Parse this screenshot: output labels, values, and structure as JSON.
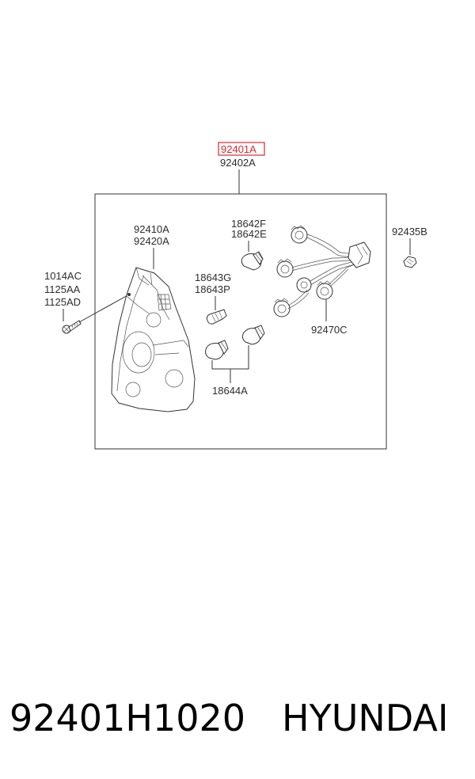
{
  "assembly": {
    "part_highlighted": "92401A",
    "part_secondary": "92402A"
  },
  "callouts": {
    "lens_housing": [
      "92410A",
      "92420A"
    ],
    "screws": [
      "1014AC",
      "1125AA",
      "1125AD"
    ],
    "bulb_top": [
      "18642F",
      "18642E"
    ],
    "bulb_small": [
      "18643G",
      "18643P"
    ],
    "bulbs_bottom": "18644A",
    "wiring_harness": "92470C",
    "clip": "92435B"
  },
  "footer": {
    "part_number": "92401H1020",
    "brand": "HYUNDAI"
  },
  "colors": {
    "highlight": "#d9282f",
    "line": "#333333"
  }
}
